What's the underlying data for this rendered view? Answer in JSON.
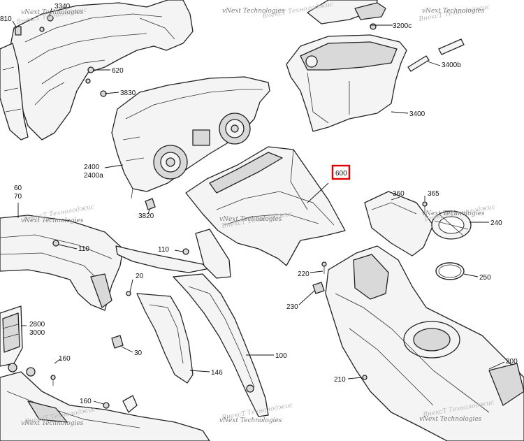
{
  "diagram": {
    "highlighted_part": "600",
    "labels": {
      "l3340": "3340",
      "l810": "810",
      "l3200c": "3200c",
      "l620": "620",
      "l3830": "3830",
      "l3400b": "3400b",
      "l3400": "3400",
      "l2400": "2400",
      "l2400a": "2400a",
      "l600": "600",
      "l60": "60",
      "l70": "70",
      "l360": "360",
      "l365": "365",
      "l3820": "3820",
      "l240": "240",
      "l110a": "110",
      "l110b": "110",
      "l220": "220",
      "l250": "250",
      "l20": "20",
      "l230": "230",
      "l2800": "2800",
      "l3000": "3000",
      "l30": "30",
      "l100": "100",
      "l160a": "160",
      "l146": "146",
      "l210": "210",
      "l200": "200",
      "l160b": "160"
    },
    "watermark": {
      "line1": "vNext Technologies",
      "line2": "ВнексТ Технолоджис"
    }
  }
}
